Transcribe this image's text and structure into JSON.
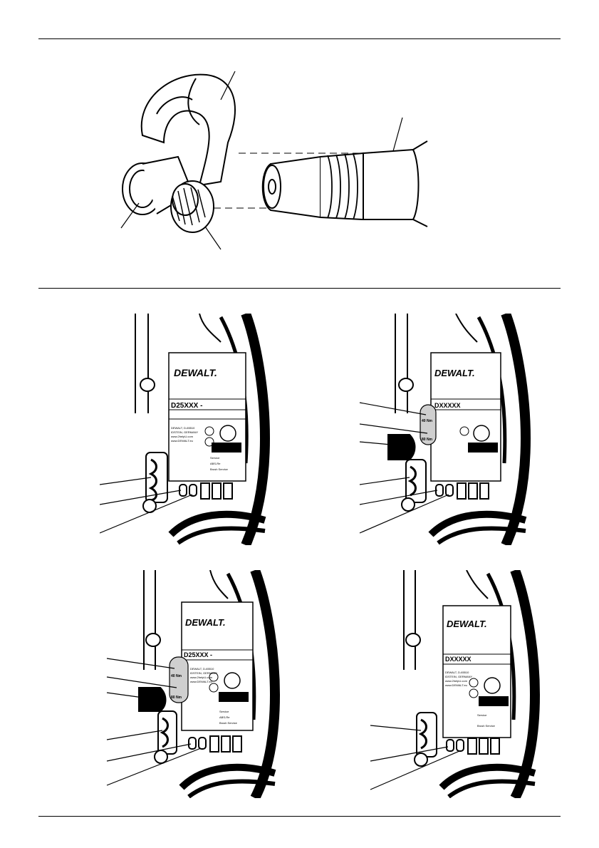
{
  "plates": [
    {
      "brand": "DEWALT.",
      "model": "D25XXX  -",
      "address": [
        "DEWALT, D-65510",
        "IDSTEIN, GERMANY",
        "www.2helpU.com",
        "www.DEWALT.eu"
      ],
      "service": [
        "Service",
        "ABS-Re",
        "Brush Service"
      ]
    },
    {
      "brand": "DEWALT.",
      "model": "DXXXXX",
      "torque_low": "40 Nm",
      "torque_high": "80 Nm"
    },
    {
      "brand": "DEWALT.",
      "model": "D25XXX  -",
      "torque_low": "40 Nm",
      "torque_high": "80 Nm",
      "address": [
        "DEWALT, D-65510",
        "IDSTEIN, GERMANY",
        "www.2helpU.com",
        "www.DEWALT.eu"
      ],
      "service": [
        "Service",
        "ABS-Re",
        "Brush Service"
      ]
    },
    {
      "brand": "DEWALT.",
      "model": "DXXXXX",
      "address": [
        "DEWALT, D-65510",
        "IDSTEIN, GERMANY",
        "www.2helpU.com",
        "www.DEWALT.eu"
      ],
      "service": [
        "Service",
        "Brush Service"
      ]
    }
  ],
  "colors": {
    "ink": "#000000",
    "paper": "#ffffff",
    "shade": "#cfcfcf"
  }
}
